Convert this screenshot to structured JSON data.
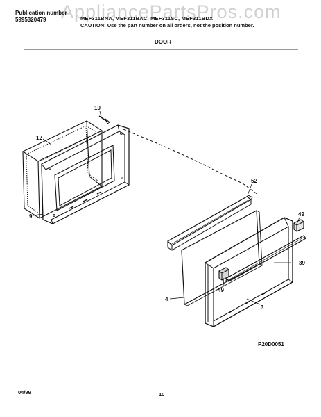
{
  "header": {
    "publication_label": "Publication number",
    "publication_number": "5995320479",
    "models_line": "MEF311BNA, MEF311BAC, MEF311SC, MEF311BDX",
    "caution": "CAUTION: Use the part number on all orders, not the position number.",
    "watermark": "AppliancePartsPros.com"
  },
  "section": {
    "title": "DOOR"
  },
  "callouts": {
    "c10": "10",
    "c12": "12",
    "c9": "9",
    "c52": "52",
    "c49a": "49",
    "c39": "39",
    "c49b": "49",
    "c4": "4",
    "c3": "3"
  },
  "figure_code": "P20D0051",
  "footer": {
    "date": "04/99",
    "page": "10"
  },
  "colors": {
    "line": "#111111",
    "watermark": "#969696",
    "rule": "#999999"
  }
}
